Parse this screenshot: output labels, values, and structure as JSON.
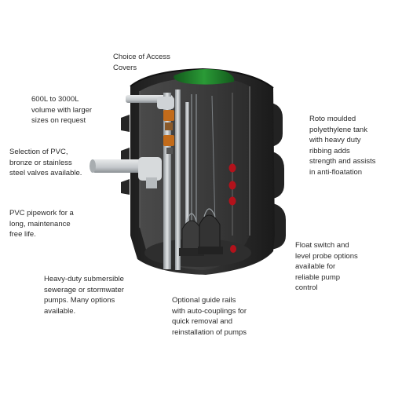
{
  "labels": {
    "access_covers": "Choice of Access\nCovers",
    "volume": "600L to 3000L\nvolume with larger\nsizes on request",
    "valves": "Selection of PVC,\nbronze or stainless\nsteel valves available.",
    "pipework": "PVC pipework for a\nlong, maintenance\nfree life.",
    "pumps": "Heavy-duty submersible\nsewerage or stormwater\npumps. Many options\navailable.",
    "guide_rails": "Optional guide rails\nwith auto-couplings for\nquick removal and\nreinstallation of pumps",
    "float_switch": "Float switch and\nlevel probe options\navailable for\nreliable pump\ncontrol",
    "tank": "Roto moulded\npolyethylene tank\nwith heavy duty\nribbing adds\nstrength and assists\nin anti-floatation"
  },
  "colors": {
    "tank_body": "#2b2b2b",
    "tank_interior": "#3a3a3a",
    "lid": "#1f7a2a",
    "pipe": "#c9cdd0",
    "float": "#b3121b",
    "valve": "#c26b1a"
  }
}
